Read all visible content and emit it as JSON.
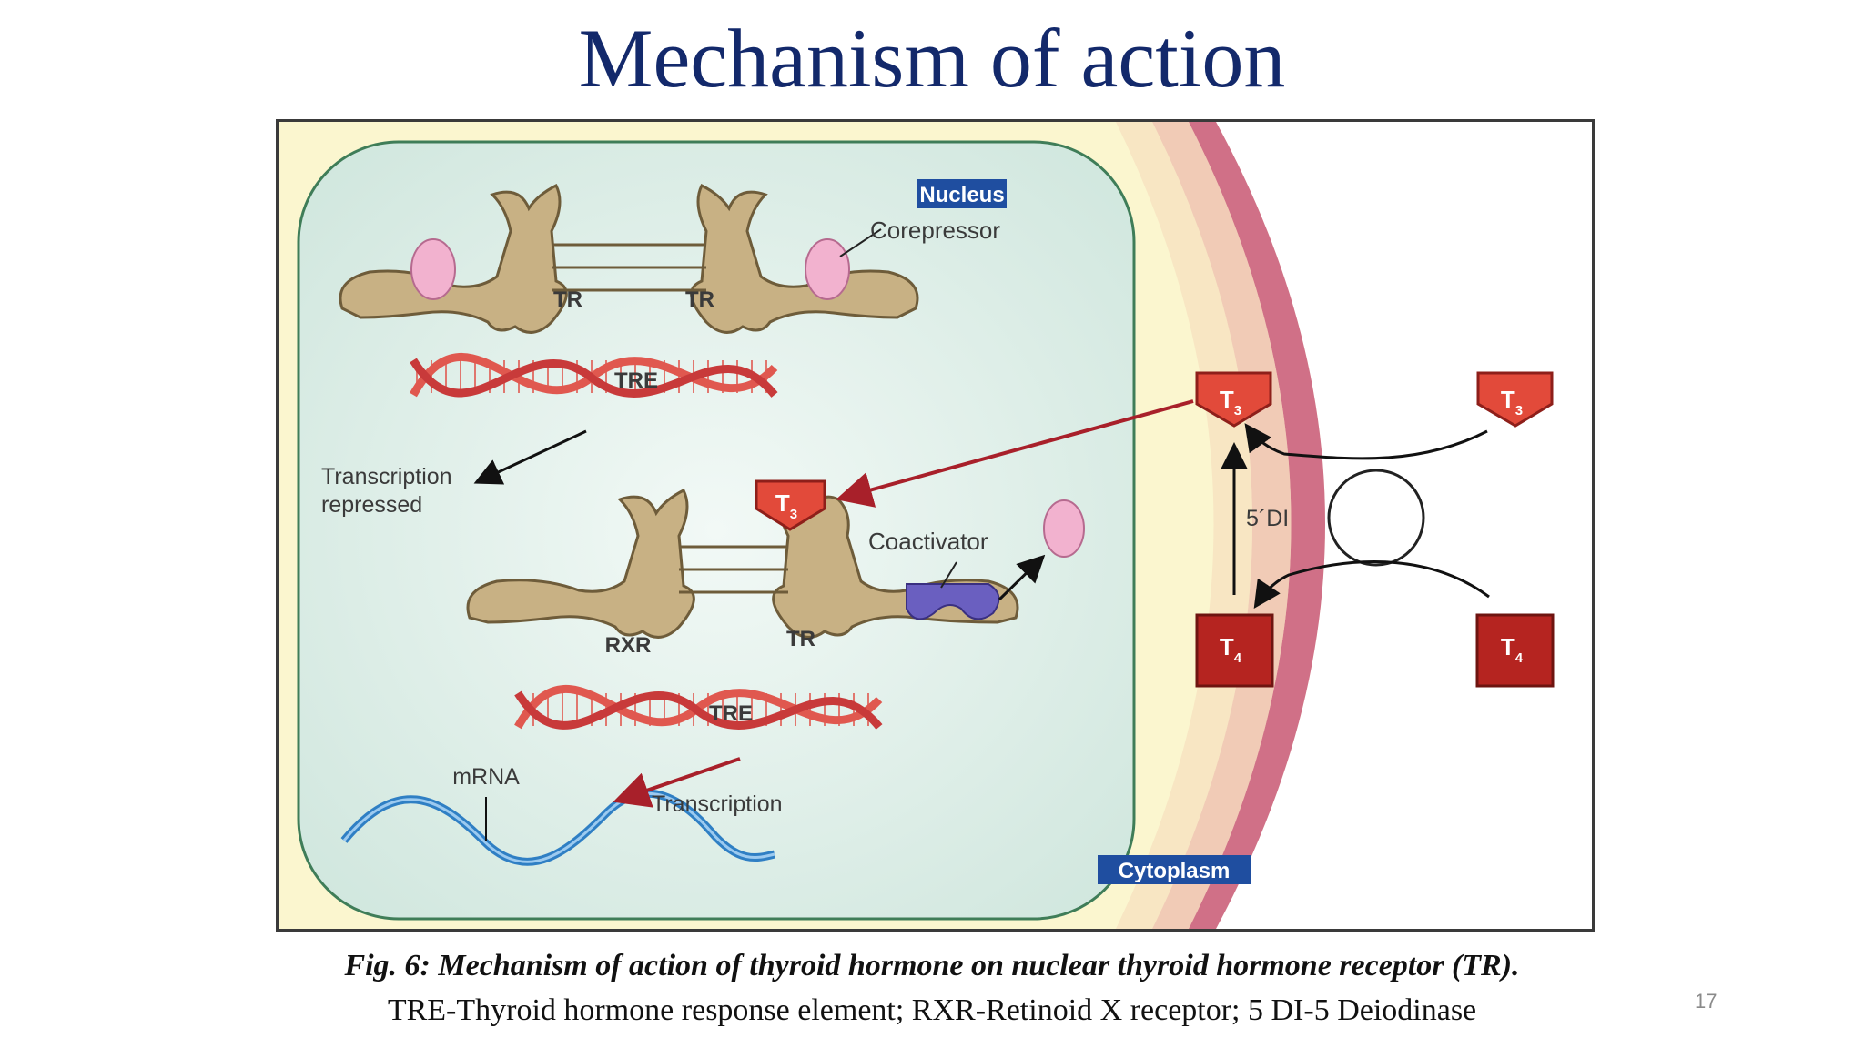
{
  "slide": {
    "title": "Mechanism of action",
    "number": "17"
  },
  "diagram": {
    "nucleus_label": "Nucleus",
    "cytoplasm_label": "Cytoplasm",
    "corepressor": "Corepressor",
    "coactivator": "Coactivator",
    "tr_left": "TR",
    "tr_right": "TR",
    "tr_lower": "TR",
    "rxr": "RXR",
    "tre_upper": "TRE",
    "tre_lower": "TRE",
    "transcription_repressed_line1": "Transcription",
    "transcription_repressed_line2": "repressed",
    "transcription": "Transcription",
    "mrna": "mRNA",
    "deiodinase": "5´DI",
    "t3": "T",
    "t3_sub": "3",
    "t4": "T",
    "t4_sub": "4",
    "colors": {
      "nucleus_fill": "#e3f1ec",
      "nucleus_border": "#3f7d58",
      "cytoplasm_fill": "#fbf6cf",
      "membrane": "#c8587a",
      "receptor": "#c8b184",
      "t3_fill": "#e24a3a",
      "t4_fill": "#b52420",
      "dna": "#e0584f",
      "mrna": "#2f7fc4",
      "label_box": "#1f4ea0"
    }
  },
  "caption": {
    "line1": "Fig. 6: Mechanism of action of thyroid hormone on nuclear thyroid hormone receptor (TR).",
    "line2": "TRE-Thyroid hormone response element; RXR-Retinoid X receptor; 5 DI-5 Deiodinase"
  }
}
